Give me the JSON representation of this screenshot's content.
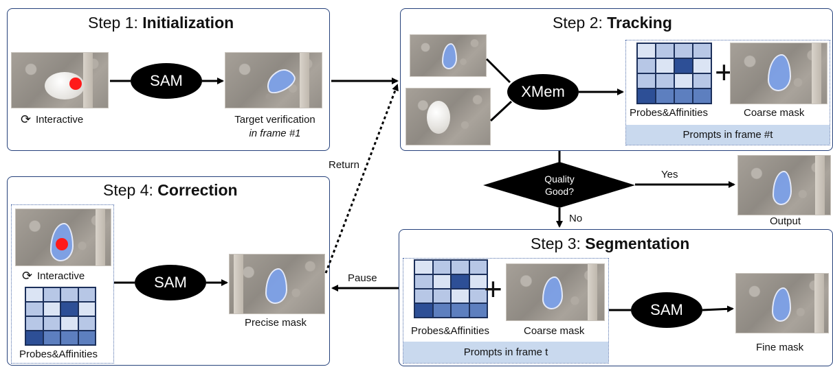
{
  "step1": {
    "prefix": "Step 1: ",
    "name": "Initialization",
    "interactive": "Interactive",
    "target_line1": "Target verification",
    "target_line2": "in frame #1",
    "sam": "SAM"
  },
  "step2": {
    "prefix": "Step 2: ",
    "name": "Tracking",
    "xmem": "XMem",
    "probes": "Probes&Affinities",
    "coarse": "Coarse mask",
    "prompts": "Prompts in frame #t"
  },
  "decision": {
    "line1": "Quality",
    "line2": "Good?",
    "yes": "Yes",
    "no": "No",
    "output": "Output"
  },
  "step3": {
    "prefix": "Step 3: ",
    "name": "Segmentation",
    "probes": "Probes&Affinities",
    "coarse": "Coarse mask",
    "prompts": "Prompts in frame t",
    "sam": "SAM",
    "fine": "Fine mask"
  },
  "step4": {
    "prefix": "Step 4: ",
    "name": "Correction",
    "interactive": "Interactive",
    "probes": "Probes&Affinities",
    "sam": "SAM",
    "precise": "Precise mask"
  },
  "edges": {
    "return": "Return",
    "pause": "Pause"
  },
  "colors": {
    "panel_border": "#24407a",
    "mask": "#7da1e8",
    "prompt_bar": "#c9d9ee",
    "grid_shades": [
      "#dbe4f4",
      "#b7c7e6",
      "#5d7fbf",
      "#2d4f96"
    ]
  },
  "matrix_pattern": [
    [
      0,
      1,
      1,
      1
    ],
    [
      1,
      0,
      3,
      0
    ],
    [
      1,
      1,
      0,
      1
    ],
    [
      3,
      2,
      2,
      2
    ]
  ]
}
